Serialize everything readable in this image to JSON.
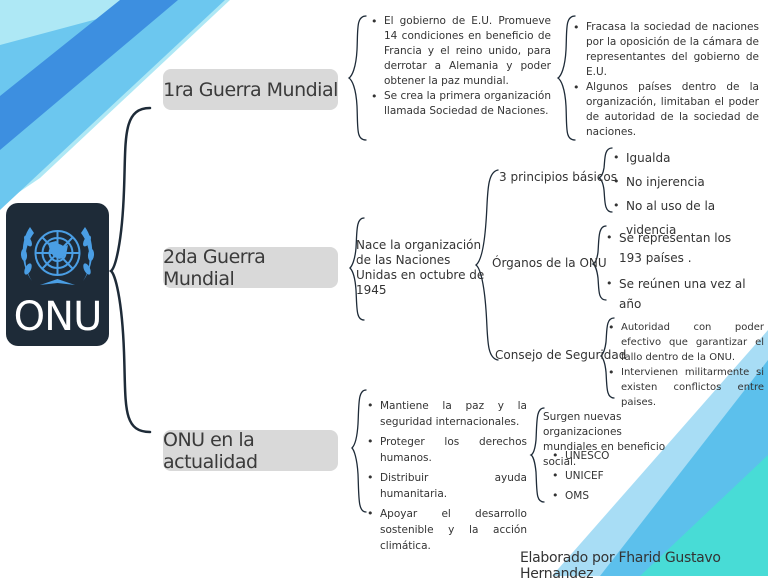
{
  "colors": {
    "light_blue": "#aee8f5",
    "mid_blue": "#5cc0ec",
    "dark_blue": "#3b8fdc",
    "teal": "#48dcd6",
    "logo_bg": "#1e2b38",
    "un_blue": "#4a9ee4",
    "box_gray": "#d9d9d9"
  },
  "logo": {
    "icon": "un-emblem-icon",
    "text": "ONU"
  },
  "branches": [
    {
      "title": "1ra Guerra Mundial",
      "points": [
        "El gobierno de E.U. Promueve 14 condiciones en beneficio de Francia y el reino unido, para derrotar a Alemania y poder obtener la paz mundial.",
        "Se crea la primera organización llamada Sociedad de Naciones."
      ],
      "consequences": [
        "Fracasa la sociedad de naciones por la oposición de la cámara de representantes del gobierno de E.U.",
        "Algunos países dentro de la organización, limitaban el poder de autoridad de la sociedad de naciones."
      ]
    },
    {
      "title": "2da Guerra Mundial",
      "intro": "Nace la organización de las Naciones Unidas en octubre de 1945",
      "groups": [
        {
          "label": "3 principios básicos",
          "items": [
            "Igualda",
            "No injerencia",
            "No al uso de la videncia"
          ]
        },
        {
          "label": "Órganos de la ONU",
          "items": [
            "Se representan los 193 países .",
            "Se reúnen una vez al año"
          ]
        },
        {
          "label": "Consejo de Seguridad",
          "items": [
            "Autoridad con poder efectivo que garantizar el fallo dentro de la ONU.",
            "Intervienen militarmente si existen conflictos entre paises."
          ]
        }
      ]
    },
    {
      "title": "ONU en la actualidad",
      "points": [
        "Mantiene la paz y la seguridad internacionales.",
        "Proteger los derechos humanos.",
        "Distribuir ayuda humanitaria.",
        "Apoyar el desarrollo sostenible y la acción climática."
      ],
      "orgs_intro": "Surgen nuevas organizaciones mundiales en beneficio social.",
      "orgs": [
        "UNESCO",
        "UNICEF",
        "OMS"
      ]
    }
  ],
  "footer": "Elaborado por Fharid Gustavo Hernandez"
}
